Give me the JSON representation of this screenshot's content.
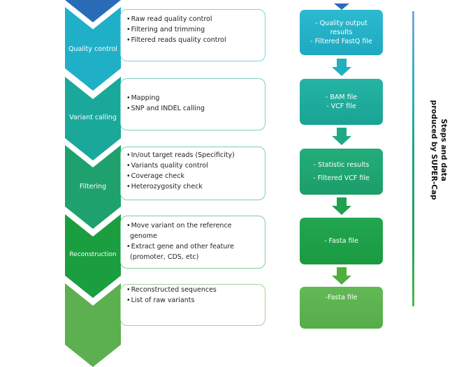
{
  "steps": [
    {
      "label": "Quality control",
      "color": "#1fb0c8",
      "items": [
        "Raw read quality control",
        "Filtering and trimming",
        "Filtered reads quality control"
      ],
      "output": [
        "- Quality output",
        "results",
        "- Filtered FastQ file"
      ],
      "output_color": "#23b2c6"
    },
    {
      "label": "Variant calling",
      "color": "#1aa89a",
      "items": [
        "Mapping",
        "SNP and INDEL calling"
      ],
      "output": [
        "- BAM file",
        "- VCF file"
      ],
      "output_color": "#1da99b"
    },
    {
      "label": "Filtering",
      "color": "#1ea16d",
      "items": [
        "In/out target reads (Specificity)",
        "Variants quality control",
        "Coverage check",
        "Heterozygosity check"
      ],
      "output": [
        "- Statistic results",
        "- Filtered VCF file"
      ],
      "output_color": "#1ea36e"
    },
    {
      "label": "Reconstruction",
      "color": "#1b9e3f",
      "items": [
        "Move variant on the reference genome",
        "Extract gene and other feature (promoter, CDS, etc)"
      ],
      "output": [
        "- Fasta file"
      ],
      "output_color": "#1f9e46"
    },
    {
      "label": "",
      "color": "#5cb04f",
      "items": [
        "Reconstructed sequences",
        "List of raw variants"
      ],
      "output": [
        "-Fasta file"
      ],
      "output_color": "#5db64c"
    }
  ],
  "top_chevron_color": "#2a6bb8",
  "side_label": [
    "Steps and data",
    "produced by SUPER-Cap"
  ]
}
